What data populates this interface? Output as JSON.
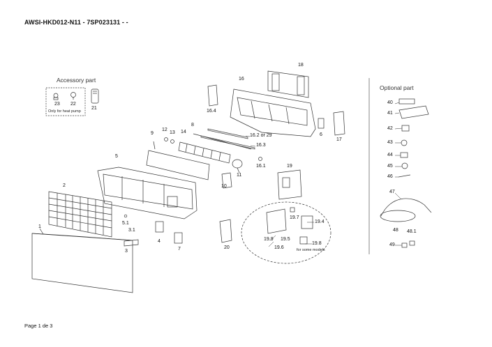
{
  "header": {
    "title": "AWSI-HKD012-N11 - 7SP023131 -  -"
  },
  "footer": {
    "page": "Page 1 de 3"
  },
  "sections": {
    "accessory": "Accessory part",
    "optional": "Optional part",
    "heat_pump_note": "Only for heat pump",
    "some_models_note": "for some models"
  },
  "labels": {
    "l1": "1",
    "l2": "2",
    "l3": "3",
    "l3_1": "3.1",
    "l4": "4",
    "l5": "5",
    "l5_1": "5.1",
    "l6": "6",
    "l7": "7",
    "l8": "8",
    "l9": "9",
    "l10": "10",
    "l11": "11",
    "l12": "12",
    "l13": "13",
    "l14": "14",
    "l16": "16",
    "l16_1": "16.1",
    "l16_2": "16.2 or 29",
    "l16_3": "16.3",
    "l16_4": "16.4",
    "l17": "17",
    "l18": "18",
    "l19": "19",
    "l19_4": "19.4",
    "l19_5": "19.5",
    "l19_6": "19.6",
    "l19_7": "19.7",
    "l19_8": "19.8",
    "l19_9": "19.9",
    "l20": "20",
    "l21": "21",
    "l22": "22",
    "l23": "23",
    "l40": "40",
    "l41": "41",
    "l42": "42",
    "l43": "43",
    "l44": "44",
    "l45": "45",
    "l46": "46",
    "l47": "47",
    "l48": "48",
    "l48_1": "48.1",
    "l49": "49"
  }
}
